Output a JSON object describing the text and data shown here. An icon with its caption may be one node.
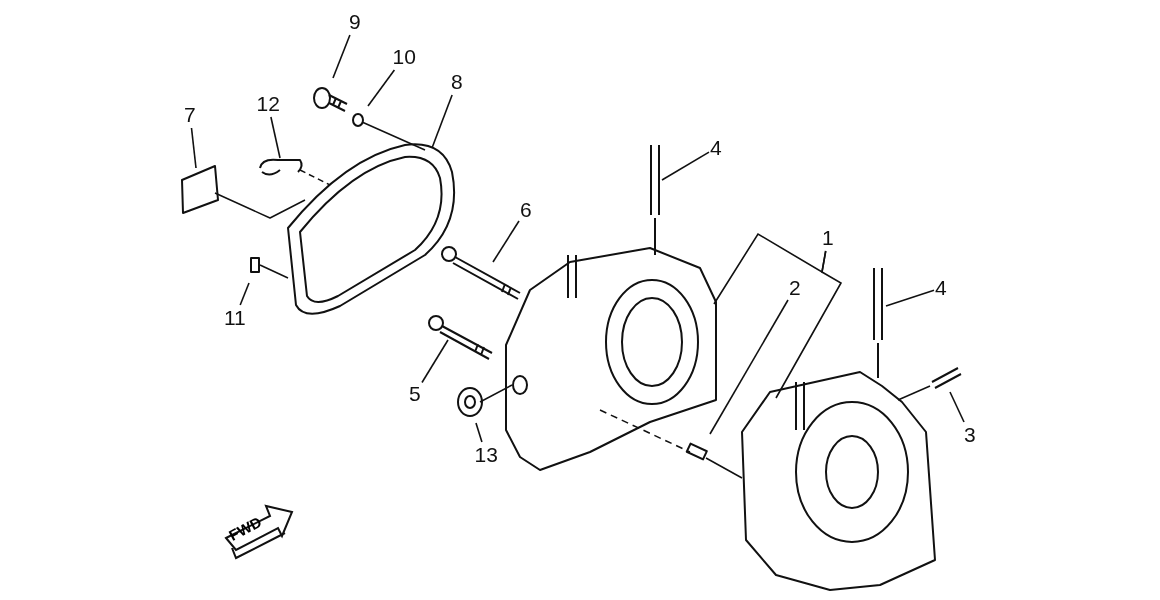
{
  "diagram": {
    "nodes": [
      {
        "text": [
          "9"
        ]
      },
      {
        "text": [
          "10"
        ]
      },
      {
        "text": [
          "12"
        ]
      },
      {
        "text": [
          "8"
        ]
      },
      {
        "text": [
          "7"
        ]
      },
      {
        "text": [
          "4"
        ]
      },
      {
        "text": [
          "6"
        ]
      },
      {
        "text": [
          "1"
        ]
      },
      {
        "text": [
          "2"
        ]
      },
      {
        "text": [
          "4"
        ]
      },
      {
        "text": [
          "11"
        ]
      },
      {
        "text": [
          "5"
        ]
      },
      {
        "text": [
          "3"
        ]
      },
      {
        "text": [
          "13"
        ]
      }
    ],
    "edges": [
      {
        "from": 0,
        "to": null,
        "arrow": "none"
      },
      {
        "from": 1,
        "to": null,
        "arrow": "none"
      },
      {
        "from": 2,
        "to": null,
        "arrow": "none"
      },
      {
        "from": 3,
        "to": null,
        "arrow": "none"
      },
      {
        "from": 4,
        "to": null,
        "arrow": "none"
      },
      {
        "from": 5,
        "to": null,
        "arrow": "none"
      },
      {
        "from": 6,
        "to": null,
        "arrow": "none"
      },
      {
        "from": 7,
        "to": null,
        "arrow": "none"
      },
      {
        "from": 7,
        "to": null,
        "arrow": "none"
      },
      {
        "from": 8,
        "to": null,
        "arrow": "none"
      },
      {
        "from": 9,
        "to": null,
        "arrow": "none"
      },
      {
        "from": 10,
        "to": null,
        "arrow": "none"
      },
      {
        "from": 11,
        "to": null,
        "arrow": "none"
      },
      {
        "from": 12,
        "to": null,
        "arrow": "none"
      },
      {
        "from": 13,
        "to": null,
        "arrow": "none"
      }
    ],
    "labels": [
      "FWD"
    ]
  }
}
